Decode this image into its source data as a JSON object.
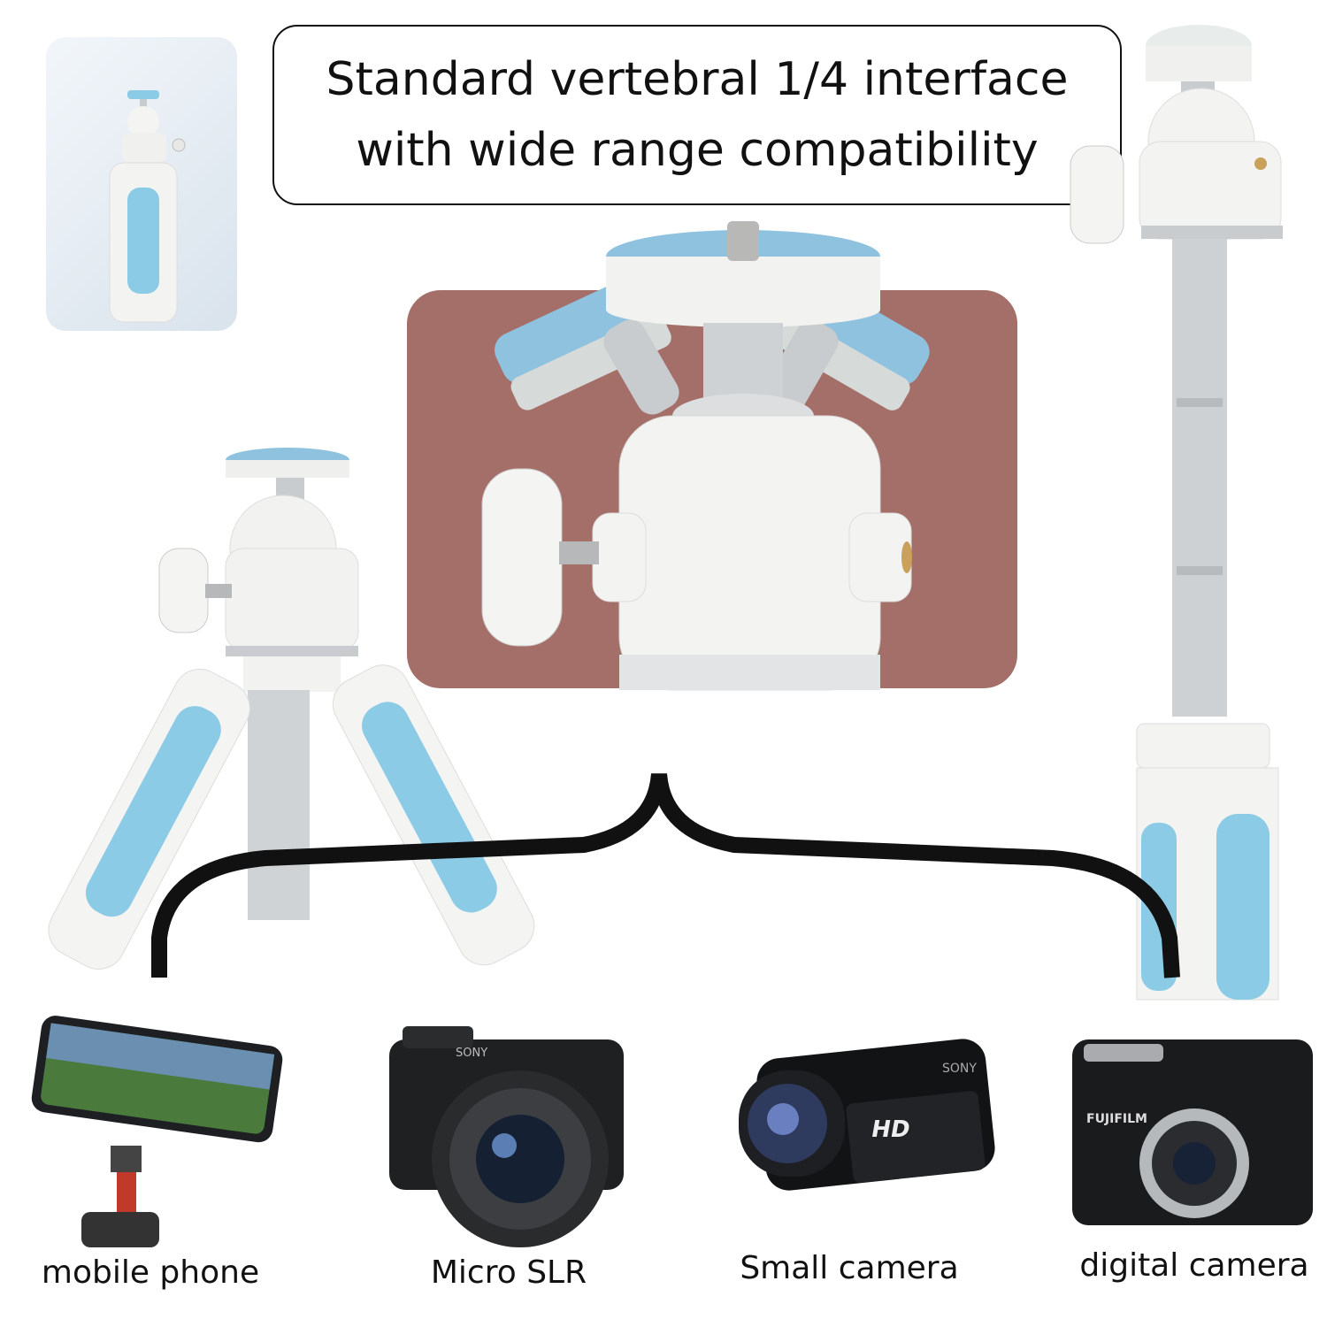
{
  "title": {
    "line1": "Standard vertebral 1/4 interface",
    "line2": "with wide range compatibility"
  },
  "devices": [
    {
      "label": "mobile phone",
      "icon": "mobile-phone-icon"
    },
    {
      "label": "Micro SLR",
      "icon": "mirrorless-camera-icon"
    },
    {
      "label": "Small camera",
      "icon": "camcorder-icon"
    },
    {
      "label": "digital camera",
      "icon": "digital-camera-icon"
    }
  ],
  "device_text": {
    "camcorder_badge": "HD",
    "camcorder_brand": "SONY",
    "slr_brand": "SONY",
    "digital_brand": "FUJIFILM"
  },
  "colors": {
    "accent_blue": "#8ccbe6",
    "zoom_panel": "#a56f69",
    "tripod_white": "#eef0ee",
    "metal": "#c9ccce"
  }
}
